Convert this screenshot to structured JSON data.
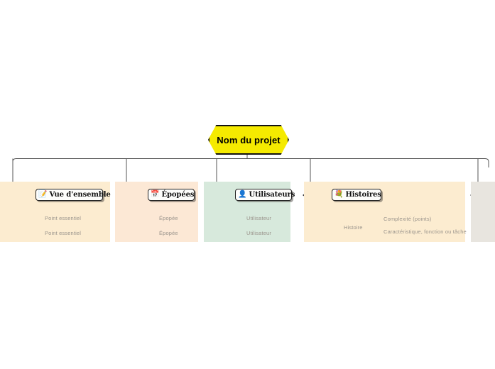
{
  "diagram": {
    "type": "mind-map",
    "title_node": {
      "label": "Nom du projet",
      "shape": "hexagon",
      "fill": "#f5ea00",
      "stroke": "#111111"
    },
    "connector_line_color": "#555555",
    "branches": [
      {
        "id": "vue-densemble",
        "label": "Vue d'ensemble",
        "icon": "memo-icon",
        "icon_glyph": "📝",
        "panel_color": "#fcecd0",
        "children": [
          {
            "label": "Point essentiel"
          },
          {
            "label": "Point essentiel"
          }
        ]
      },
      {
        "id": "epopees",
        "label": "Épopées",
        "icon": "calendar-icon",
        "icon_glyph": "📅",
        "panel_color": "#fce8d5",
        "children": [
          {
            "label": "Épopée"
          },
          {
            "label": "Épopée"
          }
        ]
      },
      {
        "id": "utilisateurs",
        "label": "Utilisateurs",
        "icon": "bust-in-silhouette-icon",
        "icon_glyph": "👤",
        "panel_color": "#d7e9dc",
        "children": [
          {
            "label": "Utilisateur"
          },
          {
            "label": "Utilisateur"
          }
        ]
      },
      {
        "id": "histoires",
        "label": "Histoires",
        "icon": "bouquet-icon",
        "icon_glyph": "💐",
        "panel_color": "#fcecd0",
        "children": [
          {
            "label": "Histoire",
            "children": [
              {
                "label": "Complexité (points)"
              },
              {
                "label": "Caractéristique, fonction ou tâche"
              }
            ]
          }
        ]
      },
      {
        "id": "branche-suivante",
        "label": "",
        "icon": "",
        "icon_glyph": "",
        "panel_color": "#e8e5df",
        "children": []
      }
    ]
  }
}
